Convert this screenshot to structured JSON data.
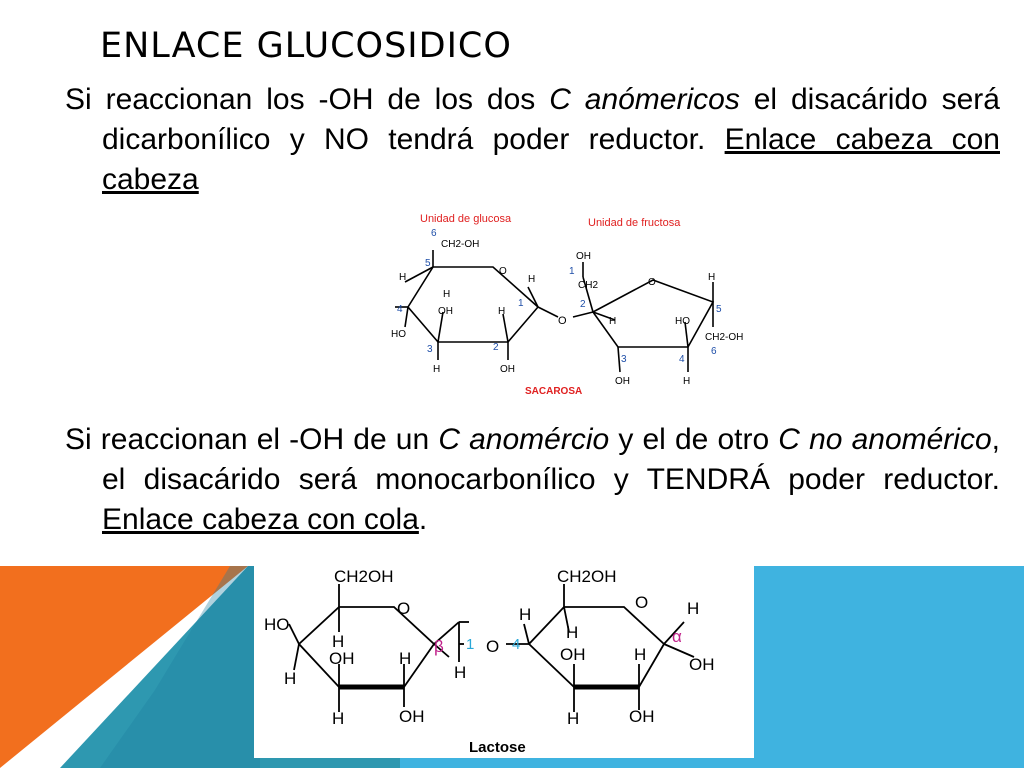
{
  "slide": {
    "title": "ENLACE GLUCOSIDICO",
    "paragraph1": {
      "t1": "Si reaccionan los -OH  de los dos ",
      "t2": "C anómericos",
      "t3": " el disacárido será dicarbonílico y NO tendrá poder reductor. ",
      "t4": "Enlace cabeza con cabeza"
    },
    "paragraph2": {
      "t1": "Si reaccionan el -OH de un ",
      "t2": "C anomércio",
      "t3": " y el de otro ",
      "t4": "C no anomérico",
      "t5": ", el disacárido será monocarbonílico y TENDRÁ poder reductor. ",
      "t6": "Enlace cabeza con cola",
      "t7": "."
    }
  },
  "sucrose": {
    "label_glucose": "Unidad de glucosa",
    "label_fructose": "Unidad de fructosa",
    "name": "SACAROSA",
    "ch2oh": "CH2-OH",
    "oh": "OH",
    "h": "H",
    "o": "O",
    "ho": "HO",
    "ch2": "CH2",
    "n1": "1",
    "n2": "2",
    "n3": "3",
    "n4": "4",
    "n5": "5",
    "n6": "6"
  },
  "lactose": {
    "name": "Lactose",
    "ch2oh": "CH2OH",
    "o": "O",
    "h": "H",
    "oh": "OH",
    "ho": "HO",
    "beta": "β",
    "alpha": "α",
    "n1": "1",
    "n4": "4"
  },
  "colors": {
    "orange": "#f26f1e",
    "teal": "#2e98b0",
    "blue": "#3fb3e0",
    "red_label": "#e02020",
    "blue_num": "#1e4ea8",
    "magenta": "#c0208a",
    "cyan": "#2aa8d8"
  }
}
